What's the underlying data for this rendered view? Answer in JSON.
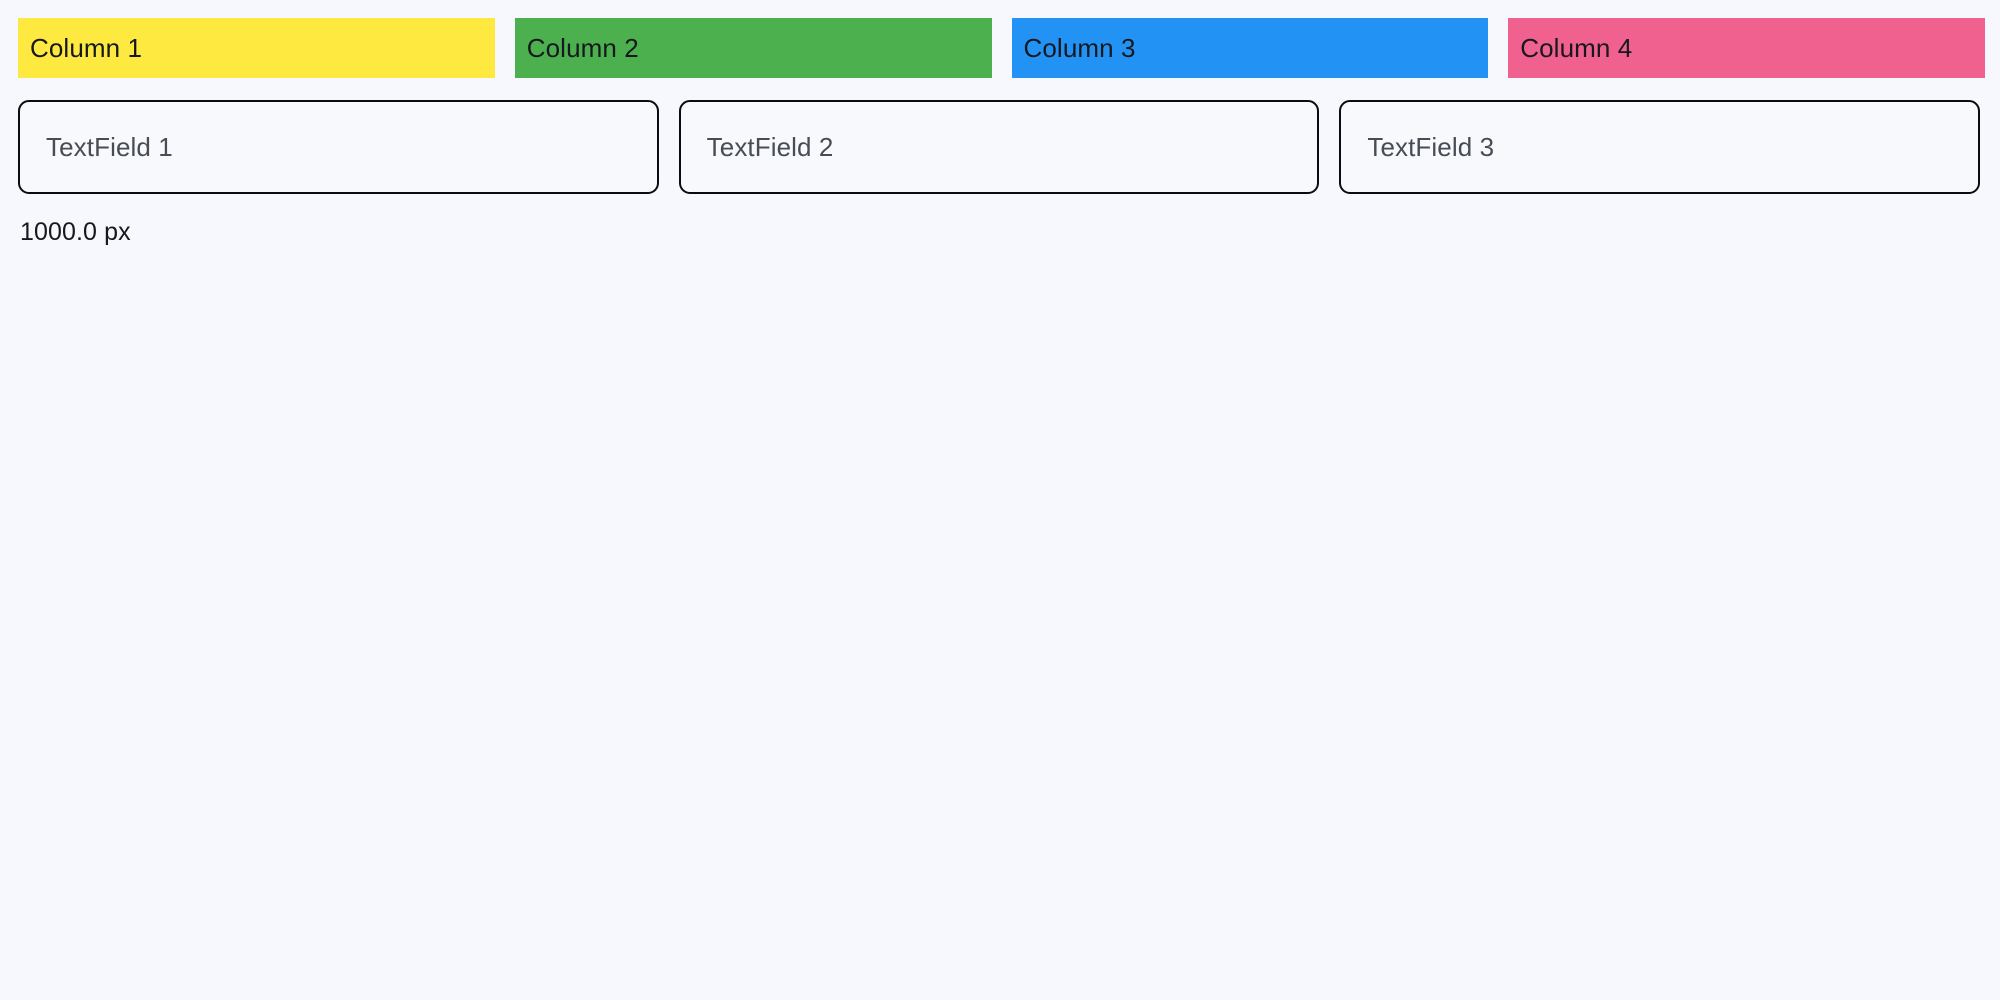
{
  "page": {
    "background_color": "#f7f8fd",
    "text_color": "#16181d"
  },
  "columns_row": {
    "items": [
      {
        "label": "Column 1",
        "color": "#fde93f"
      },
      {
        "label": "Column 2",
        "color": "#4cb04e"
      },
      {
        "label": "Column 3",
        "color": "#2293f5"
      },
      {
        "label": "Column 4",
        "color": "#f0618f"
      }
    ]
  },
  "fields_row": {
    "fields": [
      {
        "placeholder": "TextField 1",
        "value": ""
      },
      {
        "placeholder": "TextField 2",
        "value": ""
      },
      {
        "placeholder": "TextField 3",
        "value": ""
      }
    ]
  },
  "status": {
    "size_readout": "1000.0 px"
  }
}
